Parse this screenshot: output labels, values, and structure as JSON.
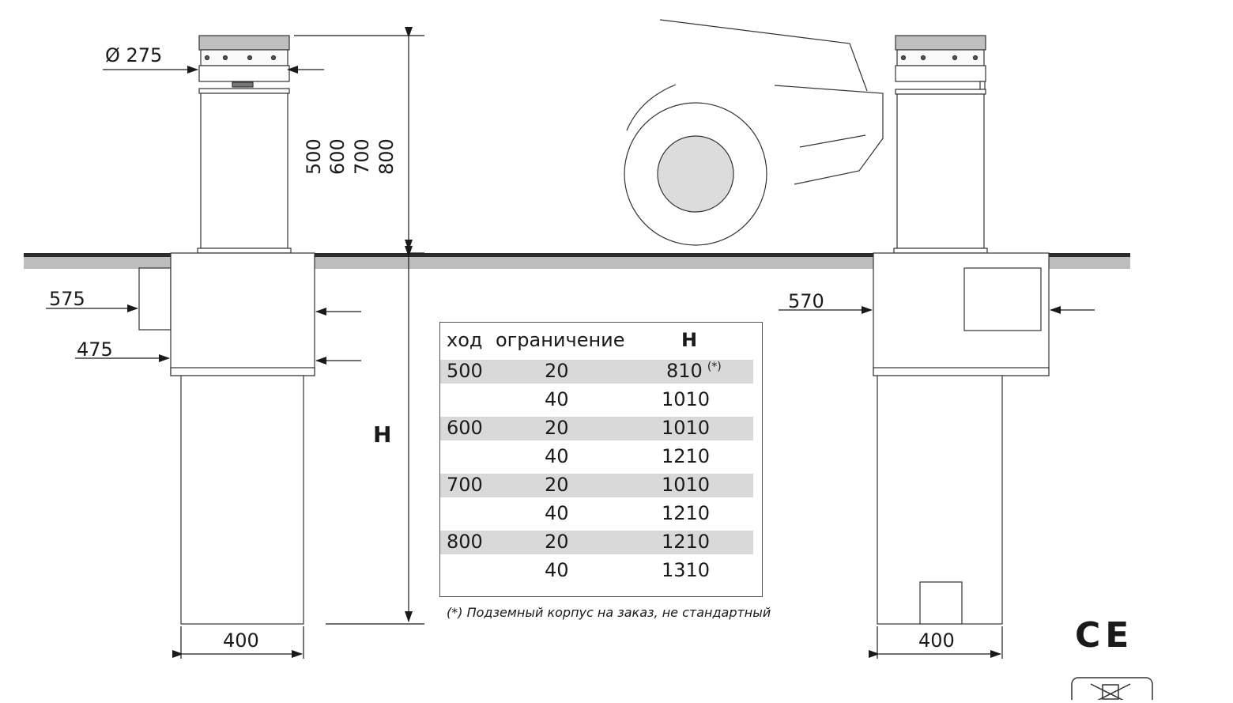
{
  "dims": {
    "diameter": "Ø 275",
    "left_box_side": "575",
    "left_box_lower": "475",
    "right_box_side": "570",
    "left_width": "400",
    "right_width": "400",
    "h_marker": "H",
    "strokes": [
      "500",
      "600",
      "700",
      "800"
    ]
  },
  "table": {
    "headers": [
      "ход",
      "ограничение",
      "H"
    ],
    "rows": [
      {
        "stroke": "500",
        "limit": "20",
        "h": "810",
        "mark": "(*)"
      },
      {
        "stroke": "",
        "limit": "40",
        "h": "1010",
        "mark": ""
      },
      {
        "stroke": "600",
        "limit": "20",
        "h": "1010",
        "mark": ""
      },
      {
        "stroke": "",
        "limit": "40",
        "h": "1210",
        "mark": ""
      },
      {
        "stroke": "700",
        "limit": "20",
        "h": "1010",
        "mark": ""
      },
      {
        "stroke": "",
        "limit": "40",
        "h": "1210",
        "mark": ""
      },
      {
        "stroke": "800",
        "limit": "20",
        "h": "1210",
        "mark": ""
      },
      {
        "stroke": "",
        "limit": "40",
        "h": "1310",
        "mark": ""
      }
    ],
    "note": "(*) Подземный корпус на заказ, не стандартный"
  },
  "ce_mark": "CE"
}
